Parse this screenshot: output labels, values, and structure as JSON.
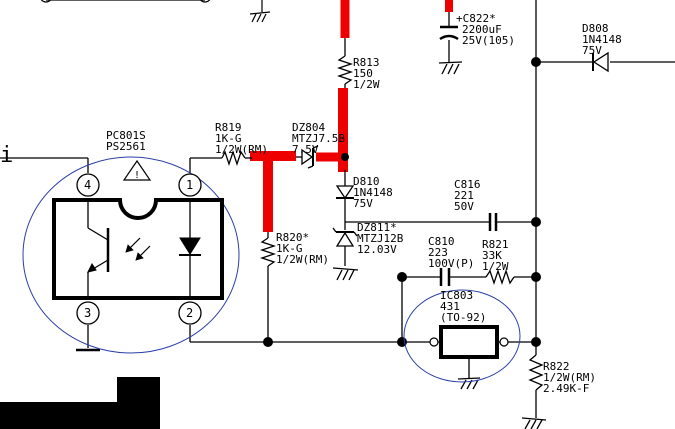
{
  "components": {
    "pc801": {
      "ref": "PC801S",
      "part": "PS2561",
      "warning": "!",
      "pins": [
        "4",
        "1",
        "3",
        "2"
      ]
    },
    "r819": {
      "ref": "R819",
      "value": "1K-G",
      "rating": "1/2W(RM)"
    },
    "dz804": {
      "ref": "DZ804",
      "part": "MTZJ7.5B",
      "voltage": "7.5V"
    },
    "r813": {
      "ref": "R813",
      "value": "150",
      "rating": "1/2W"
    },
    "c822": {
      "ref": "+C822*",
      "value": "2200uF",
      "rating": "25V(105)"
    },
    "d808": {
      "ref": "D808",
      "part": "1N4148",
      "voltage": "75V"
    },
    "d810": {
      "ref": "D810",
      "part": "1N4148",
      "voltage": "75V"
    },
    "dz811": {
      "ref": "DZ811*",
      "part": "MTZJ12B",
      "voltage": "12.03V"
    },
    "r820": {
      "ref": "R820*",
      "value": "1K-G",
      "rating": "1/2W(RM)"
    },
    "c816": {
      "ref": "C816",
      "value": "221",
      "rating": "50V"
    },
    "c810": {
      "ref": "C810",
      "value": "223",
      "rating": "100V(P)"
    },
    "r821": {
      "ref": "R821",
      "value": "33K",
      "rating": "1/2W"
    },
    "ic803": {
      "ref": "IC803",
      "part": "431",
      "package": "(TO-92)"
    },
    "r822": {
      "ref": "R822",
      "rating": "1/2W(RM)",
      "value": "2.49K-F"
    }
  },
  "faint_text": "i",
  "colors": {
    "wire": "#000000",
    "highlight": "#ee0000",
    "circle": "#2b3fa8",
    "ghost": "#d4d8ee"
  }
}
